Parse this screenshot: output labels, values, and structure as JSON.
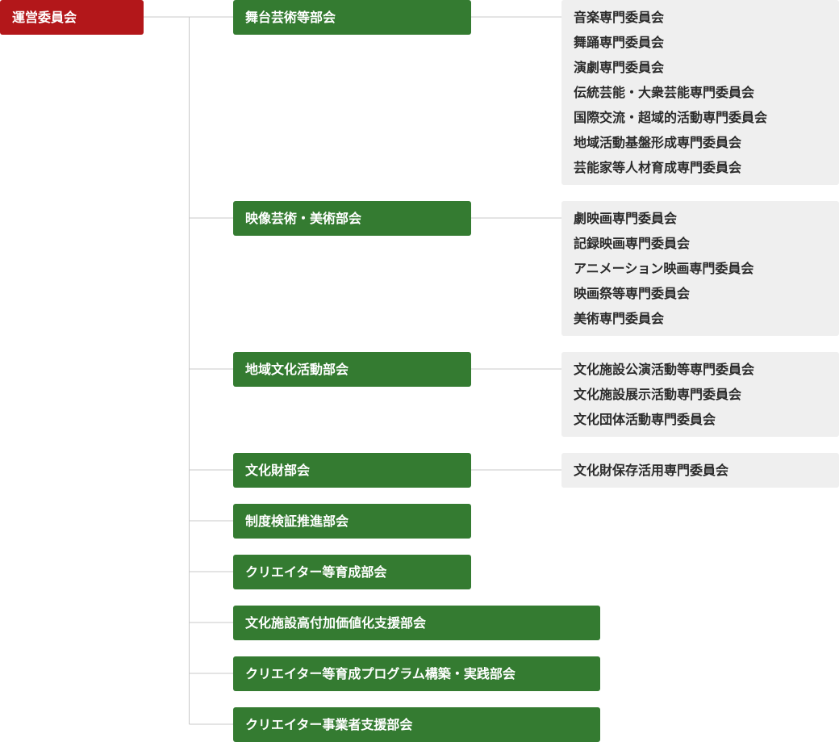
{
  "root": {
    "label": "運営委員会"
  },
  "departments": [
    {
      "label": "舞台芸術等部会",
      "committees": [
        "音楽専門委員会",
        "舞踊専門委員会",
        "演劇専門委員会",
        "伝統芸能・大衆芸能専門委員会",
        "国際交流・超域的活動専門委員会",
        "地域活動基盤形成専門委員会",
        "芸能家等人材育成専門委員会"
      ]
    },
    {
      "label": "映像芸術・美術部会",
      "committees": [
        "劇映画専門委員会",
        "記録映画専門委員会",
        "アニメーション映画専門委員会",
        "映画祭等専門委員会",
        "美術専門委員会"
      ]
    },
    {
      "label": "地域文化活動部会",
      "committees": [
        "文化施設公演活動等専門委員会",
        "文化施設展示活動専門委員会",
        "文化団体活動専門委員会"
      ]
    },
    {
      "label": "文化財部会",
      "committees": [
        "文化財保存活用専門委員会"
      ]
    },
    {
      "label": "制度検証推進部会",
      "committees": []
    },
    {
      "label": "クリエイター等育成部会",
      "committees": []
    },
    {
      "label": "文化施設高付加価値化支援部会",
      "committees": []
    },
    {
      "label": "クリエイター等育成プログラム構築・実践部会",
      "committees": []
    },
    {
      "label": "クリエイター事業者支援部会",
      "committees": []
    }
  ],
  "colors": {
    "root": "#b3171a",
    "department": "#347b31",
    "committee_bg": "#efefef",
    "connector": "#c8c8c8"
  }
}
